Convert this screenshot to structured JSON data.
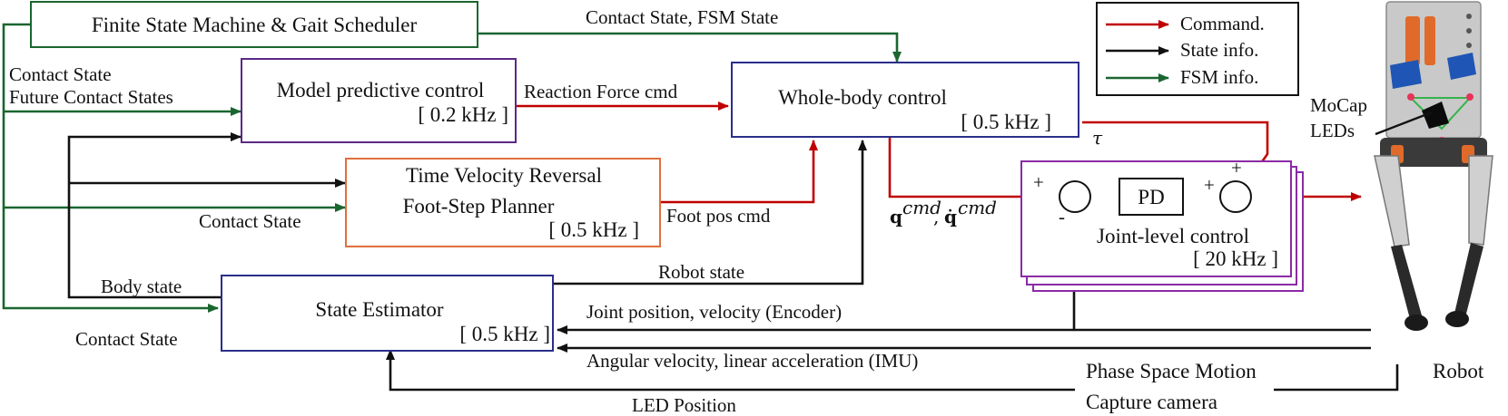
{
  "colors": {
    "command": "#c00000",
    "state": "#111111",
    "fsm": "#1a6630",
    "fsm_box": "#1a6630",
    "mpc_box": "#5b2a86",
    "wbc_box": "#2a2f8a",
    "planner_box": "#e0703a",
    "estimator_box": "#2a2f8a",
    "joint_box": "#8b2aa6"
  },
  "blocks": {
    "fsm": {
      "title": "Finite State Machine & Gait Scheduler"
    },
    "mpc": {
      "title": "Model predictive control",
      "rate": "[ 0.2 kHz ]"
    },
    "wbc": {
      "title": "Whole-body control",
      "rate": "[ 0.5 kHz ]"
    },
    "planner": {
      "title_line1": "Time Velocity Reversal",
      "title_line2": "Foot-Step Planner",
      "rate": "[ 0.5 kHz ]"
    },
    "estimator": {
      "title": "State Estimator",
      "rate": "[ 0.5 kHz ]"
    },
    "joint": {
      "title": "Joint-level control",
      "rate": "[ 20 kHz ]",
      "pd": "PD",
      "plus_top": "+",
      "plus_left": "+",
      "plus_mid": "+",
      "minus": "-"
    }
  },
  "signals": {
    "fsm_to_wbc": "Contact State, FSM State",
    "left_contact_line1": "Contact State",
    "left_contact_line2": "Future Contact States",
    "reaction_force": "Reaction Force cmd",
    "tau": "τ",
    "planner_contact": "Contact State",
    "foot_pos": "Foot pos cmd",
    "q_cmd": "q",
    "q_cmd_sup": "cmd",
    "qdot_cmd": "q̇",
    "qdot_cmd_sup": "cmd",
    "body_state": "Body state",
    "robot_state": "Robot state",
    "estimator_contact": "Contact State",
    "encoder": "Joint position, velocity (Encoder)",
    "imu": "Angular velocity, linear acceleration (IMU)",
    "led": "LED Position"
  },
  "mocap": {
    "line1": "Phase Space Motion",
    "line2": "Capture camera"
  },
  "legend": {
    "command": "Command.",
    "state": "State info.",
    "fsm": "FSM info."
  },
  "robot": {
    "label": "Robot",
    "mocap_line1": "MoCap",
    "mocap_line2": "LEDs"
  }
}
